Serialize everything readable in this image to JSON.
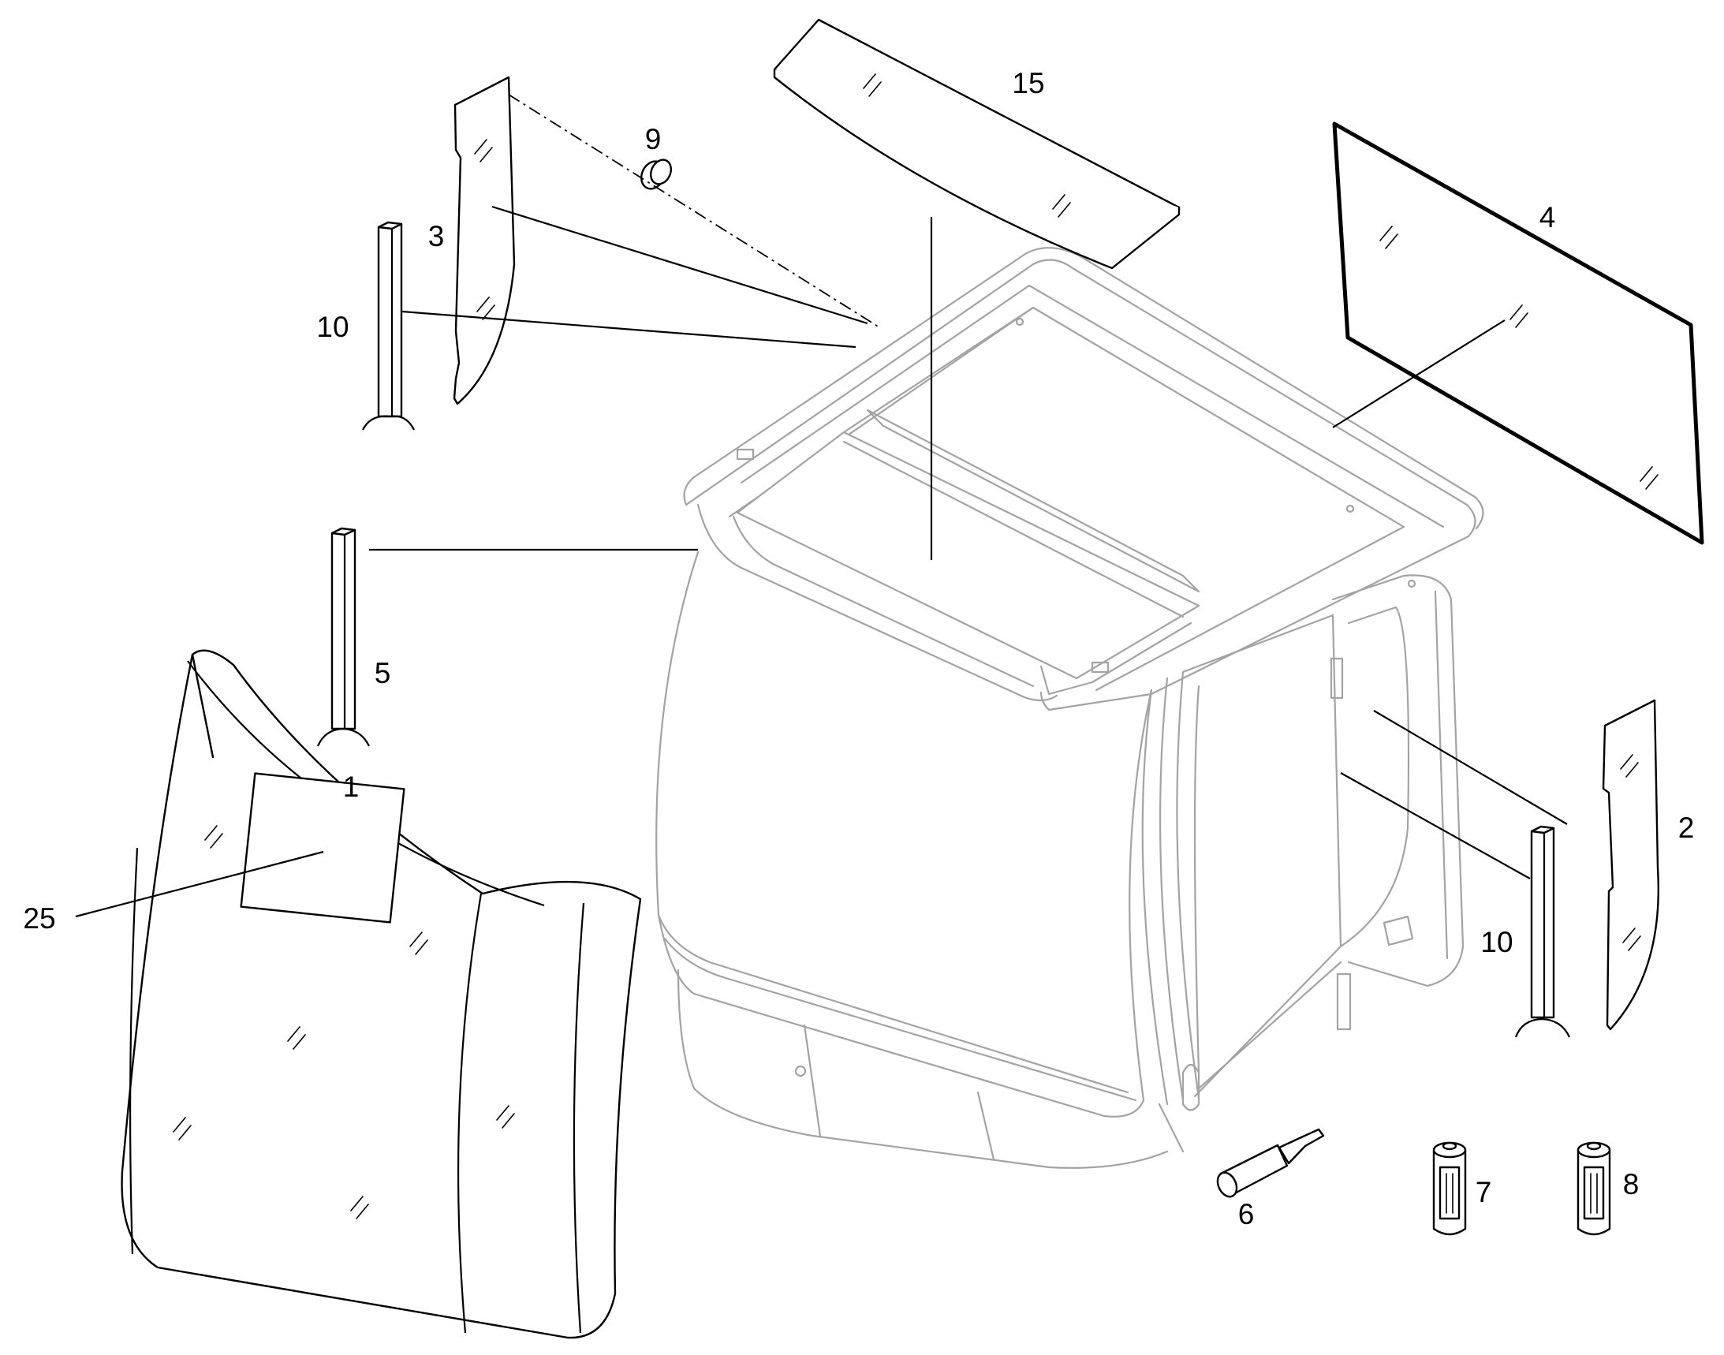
{
  "diagram": {
    "callouts": {
      "c1": "1",
      "c2": "2",
      "c3": "3",
      "c4": "4",
      "c5": "5",
      "c6": "6",
      "c7": "7",
      "c8": "8",
      "c9": "9",
      "c10a": "10",
      "c10b": "10",
      "c15": "15",
      "c25": "25"
    }
  }
}
